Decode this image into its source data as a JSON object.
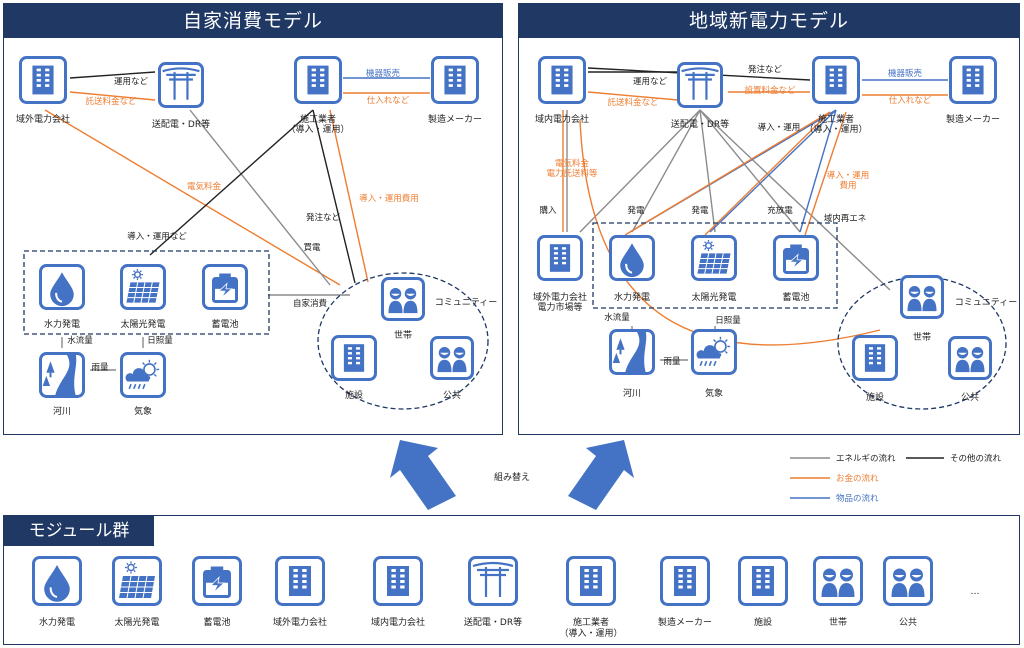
{
  "left_panel": {
    "title": "自家消費モデル",
    "nodes": {
      "outside_power": "域外電力会社",
      "grid": "送配電・DR等",
      "installer": [
        "施工業者",
        "（導入・運用）"
      ],
      "maker": "製造メーカー",
      "hydro": "水力発電",
      "solar": "太陽光発電",
      "battery": "蓄電池",
      "river": "河川",
      "weather": "気象",
      "household": "世帯",
      "facility": "施設",
      "public": "公共",
      "community": "コミュニティー"
    },
    "edges": {
      "operation_etc": "運用など",
      "wheeling_fee": "託送料金など",
      "sales": "機器販売",
      "purchase": "仕入れなど",
      "electricity_fee": "電気料金",
      "install_op_cost": "導入・運用費用",
      "order_etc": "発注など",
      "buy_power": "買電",
      "install_op_etc": "導入・運用など",
      "self_consumption": "自家消費",
      "water_flow": "水流量",
      "sunlight": "日照量",
      "rainfall": "雨量"
    }
  },
  "right_panel": {
    "title": "地域新電力モデル",
    "nodes": {
      "inside_power": "域内電力会社",
      "grid": "送配電・DR等",
      "installer": [
        "施工業者",
        "（導入・運用）"
      ],
      "maker": "製造メーカー",
      "outside_market": [
        "域外電力会社",
        "電力市場等"
      ],
      "hydro": "水力発電",
      "solar": "太陽光発電",
      "battery": "蓄電池",
      "river": "河川",
      "weather": "気象",
      "household": "世帯",
      "facility": "施設",
      "public": "公共",
      "community": "コミュニティー"
    },
    "edges": {
      "operation_etc": "運用など",
      "wheeling_fee": "託送料金など",
      "order_etc": "発注など",
      "equipment_fee": "設置料金など",
      "sales": "機器販売",
      "purchase": "仕入れなど",
      "install_op_1": "導入・運用",
      "install_op_cost": [
        "導入・運用",
        "費用"
      ],
      "elec_fees": [
        "電気料金",
        "電力託送料等"
      ],
      "buy": "購入",
      "gen1": "発電",
      "gen2": "発電",
      "charge_discharge": "充放電",
      "local_renewable": "域内再エネ",
      "water_flow": "水流量",
      "sunlight": "日照量",
      "rainfall": "雨量"
    }
  },
  "reassemble_label": "組み替え",
  "legend": {
    "energy_flow": "エネルギの流れ",
    "other_flow": "その他の流れ",
    "money_flow": "お金の流れ",
    "goods_flow": "物品の流れ"
  },
  "modules": {
    "title": "モジュール群",
    "items": [
      {
        "label": "水力発電",
        "icon": "hydro-icon"
      },
      {
        "label": "太陽光発電",
        "icon": "solar-panel-icon"
      },
      {
        "label": "蓄電池",
        "icon": "battery-icon"
      },
      {
        "label": "域外電力会社",
        "icon": "building-icon"
      },
      {
        "label": "域内電力会社",
        "icon": "building-icon"
      },
      {
        "label": "送配電・DR等",
        "icon": "utility-pole-icon"
      },
      {
        "label": [
          "施工業者",
          "（導入・運用）"
        ],
        "icon": "building-icon"
      },
      {
        "label": "製造メーカー",
        "icon": "building-icon"
      },
      {
        "label": "施設",
        "icon": "building-icon"
      },
      {
        "label": "世帯",
        "icon": "people-icon"
      },
      {
        "label": "公共",
        "icon": "people-icon"
      }
    ],
    "more": "…"
  },
  "colors": {
    "navy": "#1f3864",
    "icon_blue": "#4472c4",
    "energy": "#8c8c8c",
    "other": "#222222",
    "money": "#ed7d31",
    "goods": "#4472c4"
  }
}
